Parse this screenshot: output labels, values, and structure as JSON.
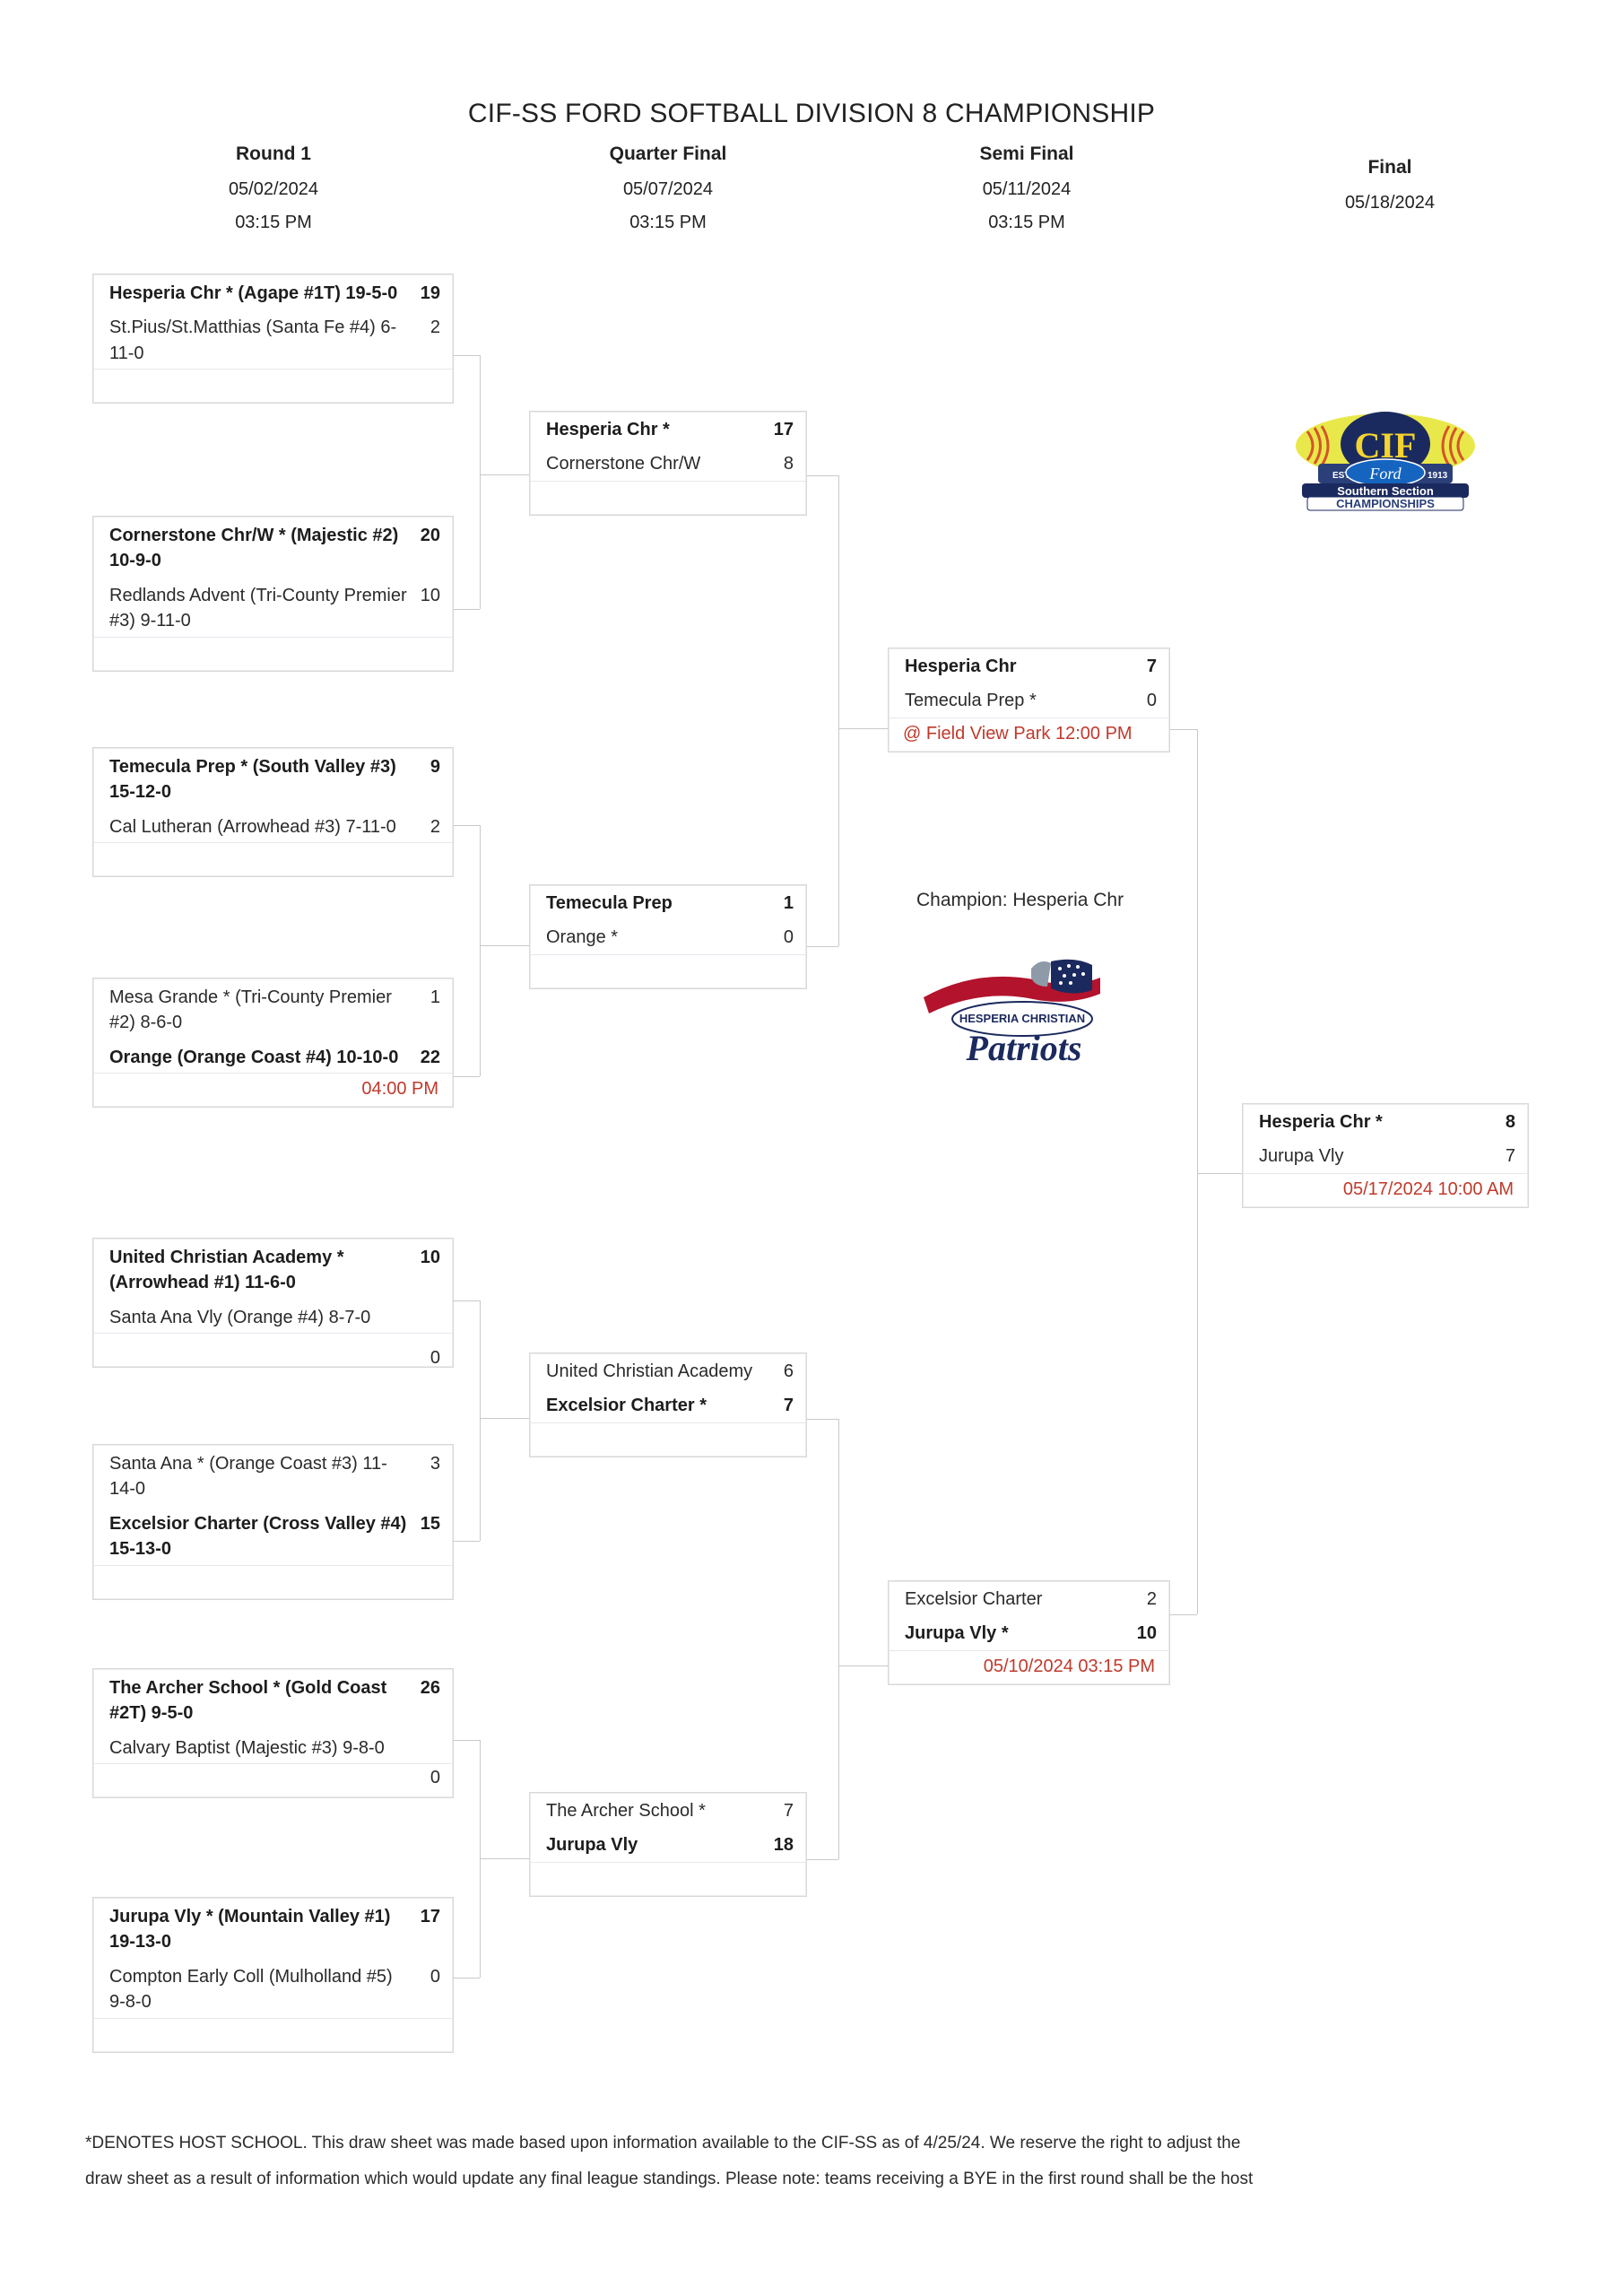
{
  "header": {
    "title": "CIF-SS FORD SOFTBALL DIVISION 8 CHAMPIONSHIP",
    "rounds": [
      {
        "name": "Round 1",
        "date": "05/02/2024",
        "time": "03:15 PM"
      },
      {
        "name": "Quarter Final",
        "date": "05/07/2024",
        "time": "03:15 PM"
      },
      {
        "name": "Semi Final",
        "date": "05/11/2024",
        "time": "03:15 PM"
      },
      {
        "name": "Final",
        "date": "05/18/2024",
        "time": ""
      }
    ]
  },
  "round1": [
    {
      "top": {
        "name": "Hesperia Chr * (Agape #1T) 19-5-0",
        "score": "19",
        "winner": true
      },
      "bottom": {
        "name": "St.Pius/St.Matthias (Santa Fe #4) 6-11-0",
        "score": "2",
        "winner": false
      },
      "foot": ""
    },
    {
      "top": {
        "name": "Cornerstone Chr/W * (Majestic #2) 10-9-0",
        "score": "20",
        "winner": true
      },
      "bottom": {
        "name": "Redlands Advent (Tri-County Premier #3) 9-11-0",
        "score": "10",
        "winner": false
      },
      "foot": ""
    },
    {
      "top": {
        "name": "Temecula Prep * (South Valley #3) 15-12-0",
        "score": "9",
        "winner": true
      },
      "bottom": {
        "name": "Cal Lutheran (Arrowhead #3) 7-11-0",
        "score": "2",
        "winner": false
      },
      "foot": ""
    },
    {
      "top": {
        "name": "Mesa Grande * (Tri-County Premier #2) 8-6-0",
        "score": "1",
        "winner": false
      },
      "bottom": {
        "name": "Orange (Orange Coast #4) 10-10-0",
        "score": "22",
        "winner": true
      },
      "foot": "04:00 PM"
    },
    {
      "top": {
        "name": "United Christian Academy * (Arrowhead #1) 11-6-0",
        "score": "10",
        "winner": true
      },
      "bottom": {
        "name": "Santa Ana Vly (Orange #4) 8-7-0",
        "score": "0",
        "winner": false
      },
      "foot": ""
    },
    {
      "top": {
        "name": "Santa Ana * (Orange Coast #3) 11-14-0",
        "score": "3",
        "winner": false
      },
      "bottom": {
        "name": "Excelsior Charter (Cross Valley #4) 15-13-0",
        "score": "15",
        "winner": true
      },
      "foot": ""
    },
    {
      "top": {
        "name": "The Archer School * (Gold Coast #2T) 9-5-0",
        "score": "26",
        "winner": true
      },
      "bottom": {
        "name": "Calvary Baptist (Majestic #3) 9-8-0",
        "score": "0",
        "winner": false
      },
      "foot": ""
    },
    {
      "top": {
        "name": "Jurupa Vly * (Mountain Valley #1) 19-13-0",
        "score": "17",
        "winner": true
      },
      "bottom": {
        "name": "Compton Early Coll (Mulholland #5) 9-8-0",
        "score": "0",
        "winner": false
      },
      "foot": ""
    }
  ],
  "quarter": [
    {
      "top": {
        "name": "Hesperia Chr *",
        "score": "17",
        "winner": true
      },
      "bottom": {
        "name": "Cornerstone Chr/W",
        "score": "8",
        "winner": false
      },
      "foot": ""
    },
    {
      "top": {
        "name": "Temecula Prep",
        "score": "1",
        "winner": true
      },
      "bottom": {
        "name": "Orange *",
        "score": "0",
        "winner": false
      },
      "foot": ""
    },
    {
      "top": {
        "name": "United Christian Academy",
        "score": "6",
        "winner": false
      },
      "bottom": {
        "name": "Excelsior Charter *",
        "score": "7",
        "winner": true
      },
      "foot": ""
    },
    {
      "top": {
        "name": "The Archer School *",
        "score": "7",
        "winner": false
      },
      "bottom": {
        "name": "Jurupa Vly",
        "score": "18",
        "winner": true
      },
      "foot": ""
    }
  ],
  "semi": [
    {
      "top": {
        "name": "Hesperia Chr",
        "score": "7",
        "winner": true
      },
      "bottom": {
        "name": "Temecula Prep *",
        "score": "0",
        "winner": false
      },
      "foot": "@ Field View Park 12:00 PM",
      "foot_align": "left"
    },
    {
      "top": {
        "name": "Excelsior Charter",
        "score": "2",
        "winner": false
      },
      "bottom": {
        "name": "Jurupa Vly *",
        "score": "10",
        "winner": true
      },
      "foot": "05/10/2024 03:15 PM",
      "foot_align": "right"
    }
  ],
  "final": {
    "top": {
      "name": "Hesperia Chr *",
      "score": "8",
      "winner": true
    },
    "bottom": {
      "name": "Jurupa Vly",
      "score": "7",
      "winner": false
    },
    "foot": "05/17/2024 10:00 AM",
    "foot_align": "right"
  },
  "champion": {
    "label": "Champion: Hesperia Chr"
  },
  "logos": {
    "cif": "cif-southern-section-ford-championships-logo",
    "school": "hesperia-christian-patriots-logo",
    "cif_text_1": "CIF",
    "cif_text_2": "Ford",
    "cif_text_3": "Southern Section",
    "cif_text_4": "CHAMPIONSHIPS",
    "cif_est_left": "EST.",
    "cif_est_right": "1913",
    "school_text_1": "HESPERIA CHRISTIAN",
    "school_text_2": "Patriots"
  },
  "footer": {
    "line1": "*DENOTES HOST SCHOOL. This draw sheet was made based upon information available to the CIF-SS as of 4/25/24. We reserve the right to adjust the",
    "line2": "draw sheet as a result of information which would update any final league standings. Please note: teams receiving a BYE in the first round shall be the host"
  },
  "colors": {
    "accent_red": "#c0392b",
    "border": "#d8d8d8",
    "text": "#2a2a2a"
  }
}
